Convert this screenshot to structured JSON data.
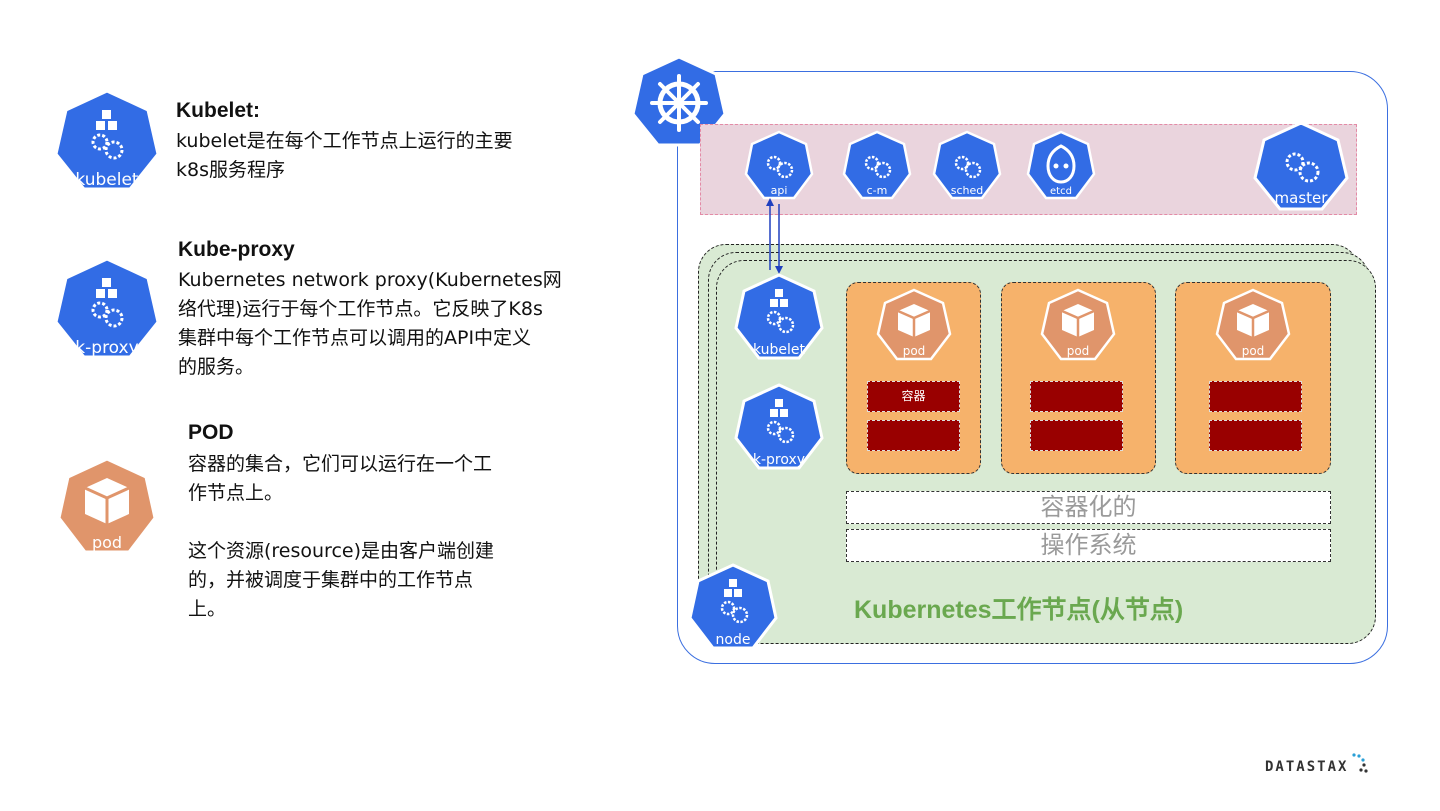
{
  "legend": {
    "kubelet": {
      "icon_label": "kubelet",
      "title": "Kubelet:",
      "lines": [
        "kubelet是在每个工作节点上运行的主要",
        "k8s服务程序"
      ]
    },
    "kproxy": {
      "icon_label": "k-proxy",
      "title": "Kube-proxy",
      "lines": [
        "Kubernetes network proxy(Kubernetes网",
        "络代理)运行于每个工作节点。它反映了K8s",
        "集群中每个工作节点可以调用的API中定义",
        "的服务。"
      ]
    },
    "pod": {
      "icon_label": "pod",
      "title": "POD",
      "lines": [
        "容器的集合，它们可以运行在一个工",
        "作节点上。"
      ],
      "lines2": [
        "这个资源(resource)是由客户端创建",
        "的，并被调度于集群中的工作节点",
        "上。"
      ]
    }
  },
  "diagram": {
    "master_components": [
      "api",
      "c-m",
      "sched",
      "etcd"
    ],
    "master_label": "master",
    "node_components": [
      "kubelet",
      "k-proxy"
    ],
    "pod_label": "pod",
    "container_label": "容器",
    "os_lines": [
      "容器化的",
      "操作系统"
    ],
    "worker_title": "Kubernetes工作节点(从节点)",
    "node_label": "node",
    "colors": {
      "k8s_blue": "#326ce5",
      "pod_orange": "#e0956b",
      "container_red": "#990000",
      "worker_green": "#6aa84f"
    }
  },
  "footer": {
    "logo": "DATASTAX"
  }
}
